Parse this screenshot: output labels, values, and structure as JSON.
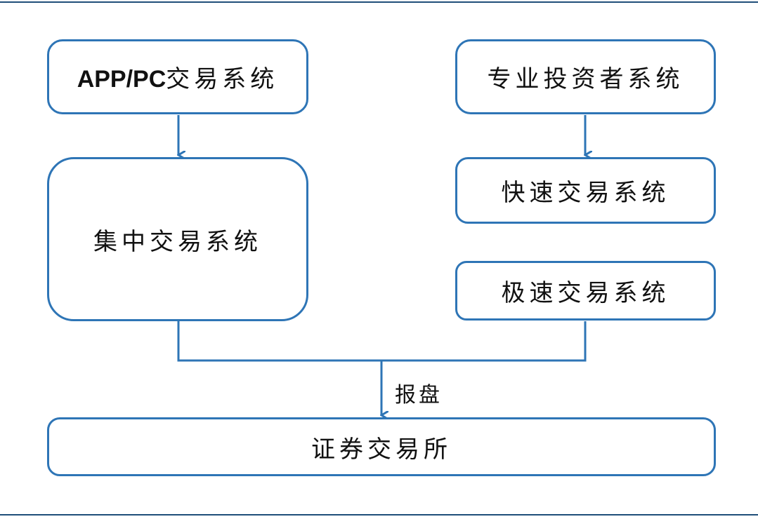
{
  "nodes": {
    "app_pc_trading": {
      "latin": "APP/PC",
      "cjk": "交易系统"
    },
    "professional_investor_system": {
      "label": "专业投资者系统"
    },
    "central_trading_system": {
      "label": "集中交易系统"
    },
    "fast_trading_system": {
      "label": "快速交易系统"
    },
    "ultra_fast_trading_system": {
      "label": "极速交易系统"
    },
    "stock_exchange": {
      "label": "证券交易所"
    }
  },
  "edges": {
    "order_submission_label": "报盘"
  },
  "colors": {
    "box_border": "#2e75b6",
    "arrow": "#2e75b6",
    "frame_line": "#1f4e79"
  }
}
